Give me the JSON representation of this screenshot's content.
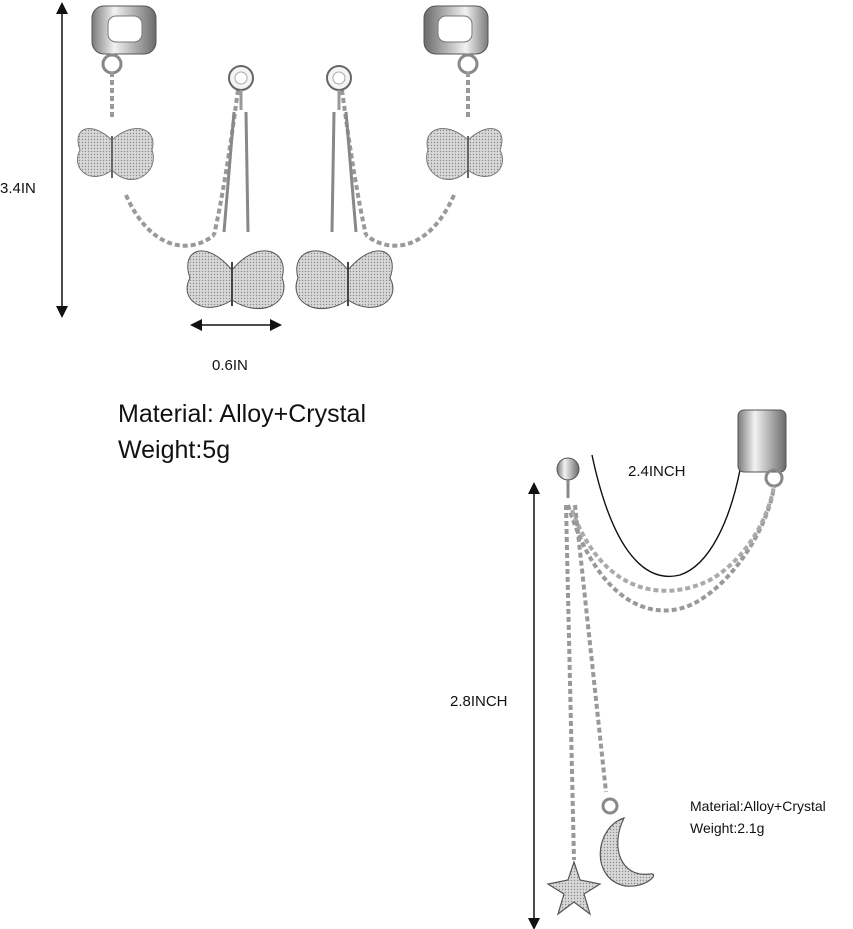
{
  "product_top": {
    "dimension_height": "3.4IN",
    "dimension_width": "0.6IN",
    "material": "Material: Alloy+Crystal",
    "weight": "Weight:5g"
  },
  "product_bottom": {
    "dimension_top": "2.4INCH",
    "dimension_length": "2.8INCH",
    "material": "Material:Alloy+Crystal",
    "weight": "Weight:2.1g"
  },
  "colors": {
    "metal_light": "#e9e9e9",
    "metal_mid": "#b5b5b5",
    "metal_dark": "#6e6e6e",
    "line": "#111111"
  }
}
